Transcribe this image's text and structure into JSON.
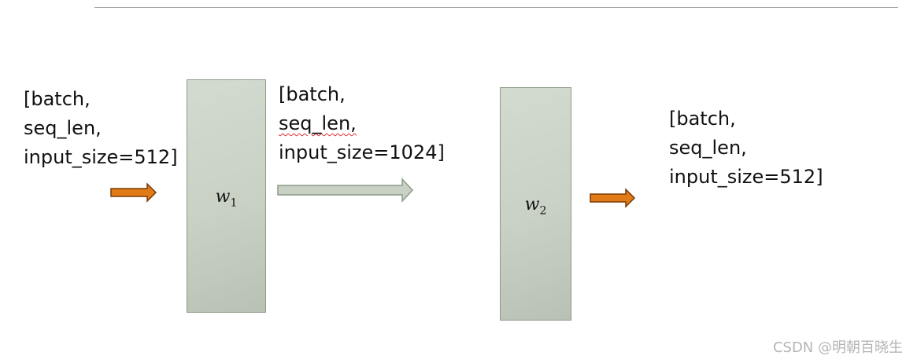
{
  "diagram": {
    "input_label": {
      "line1": "[batch,",
      "line2": "seq_len,",
      "line3": "input_size=512]"
    },
    "middle_label": {
      "line1": "[batch,",
      "line2": "seq_len,",
      "line3": "input_size=1024]"
    },
    "output_label": {
      "line1": "[batch,",
      "line2": "seq_len,",
      "line3": "input_size=512]"
    },
    "weight1": {
      "symbol": "w",
      "subscript": "1"
    },
    "weight2": {
      "symbol": "w",
      "subscript": "2"
    },
    "colors": {
      "orange_arrow": "#e07b17",
      "orange_arrow_outline": "#7a3a06",
      "gray_arrow": "#c9d1c5",
      "gray_arrow_outline": "#8c9a88",
      "block_fill": "#cdd5ca",
      "block_outline": "#8c9a88"
    }
  },
  "watermark": "CSDN @明朝百晓生"
}
